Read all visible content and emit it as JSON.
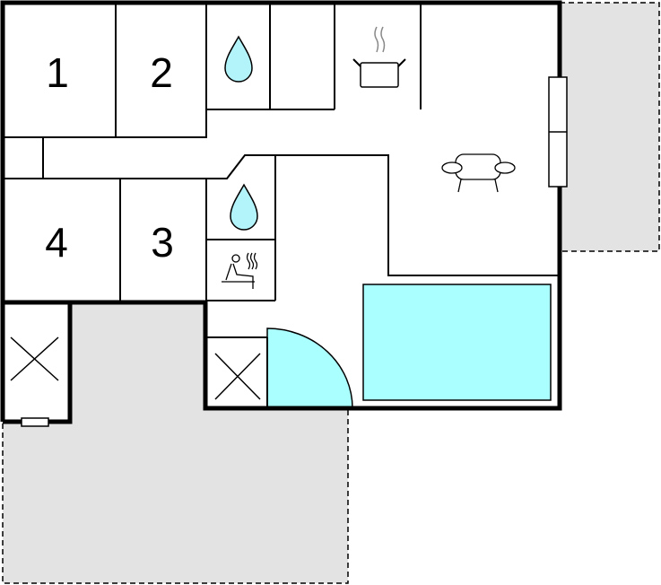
{
  "rooms": {
    "bedroom_1": "1",
    "bedroom_2": "2",
    "bedroom_3": "3",
    "bedroom_4": "4"
  },
  "icons": [
    "water-drop-icon",
    "water-drop-icon",
    "sauna-icon",
    "cooking-pot-icon",
    "sofa-icon",
    "door-arc-icon",
    "pool-icon",
    "window-icon"
  ],
  "colors": {
    "water": "#b3f4fa",
    "pool": "#aaffff",
    "terrace": "#e3e3e3",
    "wall": "#000000"
  }
}
